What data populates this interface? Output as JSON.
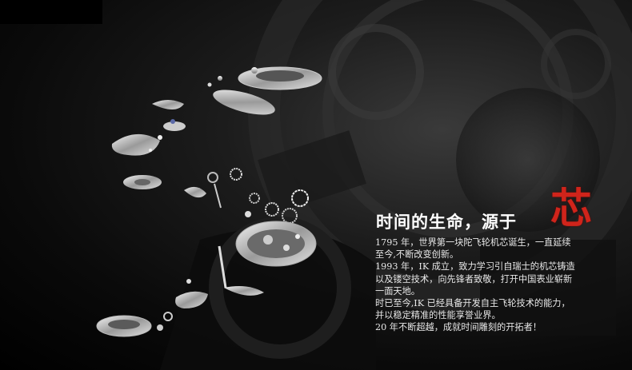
{
  "headline": {
    "text": "时间的生命，源于",
    "accent": "芯",
    "accent_color": "#d0241b"
  },
  "body_lines": [
    "1795 年，世界第一块陀飞轮机芯诞生，一直延续",
    "至今,不断改变创新。",
    "1993 年，IK 成立，致力学习引自瑞士的机芯铸造",
    "以及镂空技术，向先锋者致敬，打开中国表业崭新",
    "一面天地。",
    "时已至今,IK 已经具备开发自主飞轮技术的能力，",
    "并以稳定精准的性能享誉业界。",
    "20 年不断超越，成就时间雕刻的开拓者！"
  ],
  "illustration": {
    "icon": "exploded-watch-movement-icon",
    "background": "watch-mechanism-background"
  }
}
